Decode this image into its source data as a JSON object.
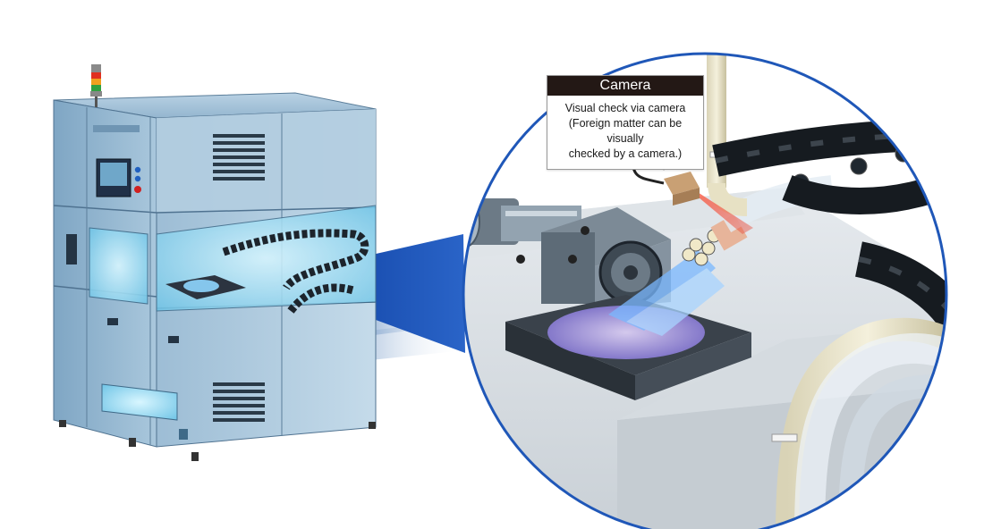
{
  "callout": {
    "title": "Camera",
    "lines": [
      "Visual check via camera",
      "(Foreign matter can be visually",
      "checked by a camera.)"
    ]
  },
  "colors": {
    "cabinet": "#8fb3cf",
    "cabinet_dark": "#5f88aa",
    "zoom_circle_border": "#1f57b8",
    "zoom_beam": "#1f4fb0",
    "laser": "#d84a3a",
    "cleaning_light": "#7ab8ff"
  },
  "icons": [
    "signal-tower-icon",
    "control-panel-screen",
    "camera-sensor",
    "cable-chain"
  ]
}
